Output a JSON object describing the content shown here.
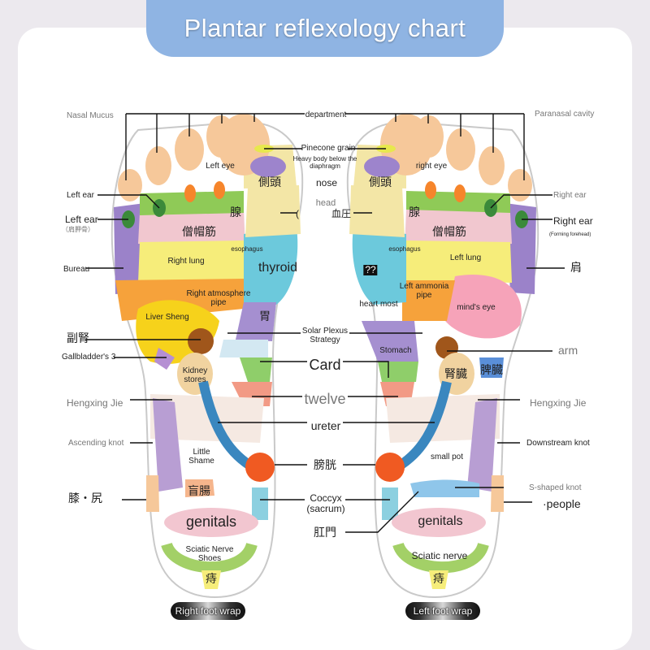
{
  "title": "Plantar reflexology chart",
  "labels": {
    "department": "department",
    "pinecone": "Pinecone grain",
    "heavy_body": "Heavy body below the diaphragm",
    "nose": "nose",
    "head": "head",
    "thyroid": "thyroid",
    "unknown_glyph": "??",
    "solar_plexus": "Solar Plexus Strategy",
    "card": "Card",
    "twelve": "twelve",
    "ureter": "ureter",
    "coccyx": "Coccyx (sacrum)",
    "right_nasal": "Nasal Mucus",
    "right_left_eye": "Left eye",
    "right_left_ear_top": "Left ear",
    "right_left_ear": "Left ear",
    "right_left_ear_sub": "（肩胛骨）",
    "right_bureau": "Bureau",
    "right_lung": "Right lung",
    "right_esophagus": "esophagus",
    "right_atmosphere": "Right atmosphere pipe",
    "right_liver": "Liver Sheng",
    "right_cjk_kidney": "副腎",
    "right_gallbladder": "Gallbladder's 3",
    "right_kidney": "Kidney stores",
    "right_hengxing": "Hengxing Jie",
    "right_ascending": "Ascending knot",
    "right_little_shame": "Little Shame",
    "right_knee_hip": "膝・尻",
    "right_genitals": "genitals",
    "right_sciatic": "Sciatic Nerve Shoes",
    "right_foot_wrap": "Right foot wrap",
    "left_paranasal": "Paranasal cavity",
    "left_right_eye": "right eye",
    "left_right_ear_top": "Right ear",
    "left_right_ear": "Right ear",
    "left_forehead": "(Forming forehead)",
    "left_shoulder": "肩",
    "left_lung": "Left lung",
    "left_esophagus": "esophagus",
    "left_ammonia": "Left ammonia pipe",
    "left_heart": "heart most",
    "left_minds_eye": "mind's eye",
    "left_stomach": "Stomach",
    "left_arm": "arm",
    "left_hengxing": "Hengxing Jie",
    "left_downstream": "Downstream knot",
    "left_small_pot": "small pot",
    "left_s_knot": "S-shaped knot",
    "left_people": "·people",
    "left_genitals": "genitals",
    "left_sciatic": "Sciatic nerve",
    "left_foot_wrap": "Left foot wrap",
    "cjk_temple_r": "側頭",
    "cjk_temple_l": "側頭",
    "cjk_gland_r": "腺",
    "cjk_gland_l": "腺",
    "cjk_pressure": "血圧",
    "cjk_trap_r": "僧帽筋",
    "cjk_trap_l": "僧帽筋",
    "cjk_stomach": "胃",
    "cjk_bladder": "膀胱",
    "cjk_spleen": "脾臓",
    "cjk_anus": "肛門",
    "cjk_pile_r": "痔",
    "cjk_pile_l": "痔",
    "cjk_knee_r": "腎臓",
    "cjk_intestine": "盲腸",
    "cjk_open_paren": "("
  },
  "colors": {
    "banner": "#8fb4e3",
    "card": "#ffffff",
    "background": "#ece9ee"
  }
}
